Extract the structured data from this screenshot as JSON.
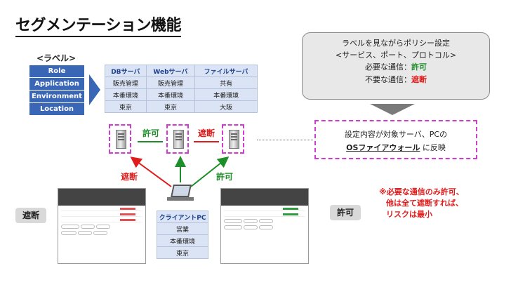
{
  "title": "セグメンテーション機能",
  "label_section": {
    "heading": "<ラベル>",
    "items": [
      "Role",
      "Application",
      "Environment",
      "Location"
    ]
  },
  "server_table": {
    "headers": [
      "DBサーバ",
      "Webサーバ",
      "ファイルサーバ"
    ],
    "rows": [
      [
        "販売管理",
        "販売管理",
        "共有"
      ],
      [
        "本番環境",
        "本番環境",
        "本番環境"
      ],
      [
        "東京",
        "東京",
        "大阪"
      ]
    ]
  },
  "callout": {
    "line1": "ラベルを見ながらポリシー設定",
    "line2": "<サービス、ポート、プロトコル>",
    "line3_prefix": "必要な通信：",
    "line3_value": "許可",
    "line4_prefix": "不要な通信：",
    "line4_value": "遮断"
  },
  "firewall_box": {
    "line1": "設定内容が対象サーバ、PCの",
    "os_firewall": "OSファイアウォール",
    "line2_suffix": " に反映"
  },
  "arrows": {
    "allow_left": "許可",
    "block_right": "遮断",
    "block_lower": "遮断",
    "allow_lower": "許可"
  },
  "client_table": {
    "header": "クライアントPC",
    "rows": [
      "営業",
      "本番環境",
      "東京"
    ]
  },
  "side_labels": {
    "left": "遮断",
    "right": "許可"
  },
  "note": {
    "line1": "※必要な通信のみ許可、",
    "line2": "他は全て遮断すれば、",
    "line3": "リスクは最小"
  },
  "colors": {
    "allow": "#1e8e2a",
    "block": "#e01b1b",
    "accent_blue": "#3a66b6",
    "dash_pink": "#d13ad1"
  }
}
